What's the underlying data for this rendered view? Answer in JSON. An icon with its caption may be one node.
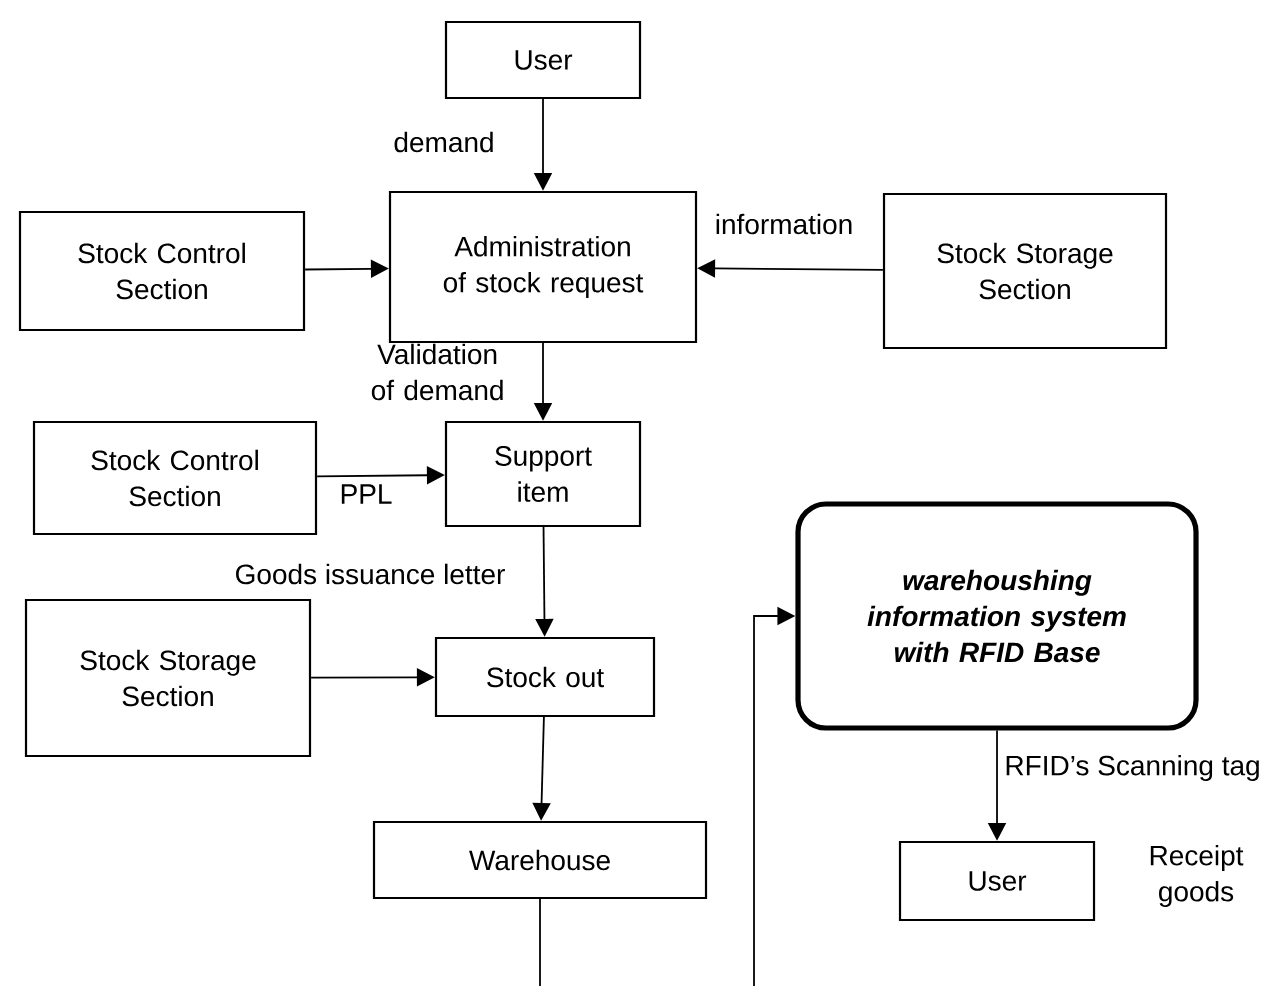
{
  "diagram": {
    "nodes": [
      {
        "text": [
          "User"
        ]
      },
      {
        "text": [
          "Administration of stock request"
        ]
      },
      {
        "text": [
          "Stock Control Section"
        ]
      },
      {
        "text": [
          "Stock Storage Section"
        ]
      },
      {
        "text": [
          "Stock Control Section"
        ]
      },
      {
        "text": [
          "Support item"
        ]
      },
      {
        "text": [
          "Stock Storage Section"
        ]
      },
      {
        "text": [
          "Stock out"
        ]
      },
      {
        "text": [
          "Warehouse"
        ]
      },
      {
        "text": [
          "warehoushing information system with RFID Base"
        ]
      },
      {
        "text": [
          "User"
        ],
        "beside": [
          "Receipt goods"
        ]
      }
    ],
    "edges": [
      {
        "from": 0,
        "to": 1,
        "arrow": "to",
        "label": "demand"
      },
      {
        "from": 2,
        "to": 1,
        "arrow": "to"
      },
      {
        "from": 3,
        "to": 1,
        "arrow": "to",
        "label": "information"
      },
      {
        "from": 1,
        "to": 5,
        "arrow": "to",
        "label": "Validation of demand"
      },
      {
        "from": 4,
        "to": 5,
        "arrow": "to",
        "label": "PPL"
      },
      {
        "from": 5,
        "to": 7,
        "arrow": "to",
        "label": "Goods issuance letter"
      },
      {
        "from": 6,
        "to": 7,
        "arrow": "to"
      },
      {
        "from": 7,
        "to": 8,
        "arrow": "to"
      },
      {
        "from": 9,
        "to": 10,
        "arrow": "to",
        "label": "RFID’s Scanning tag"
      },
      {
        "from": 8,
        "to": null,
        "arrow": "none"
      },
      {
        "from": null,
        "to": 9,
        "arrow": "to"
      }
    ]
  }
}
